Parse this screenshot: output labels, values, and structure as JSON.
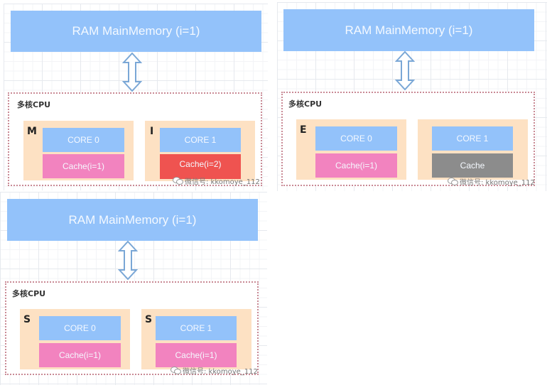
{
  "panels": [
    {
      "id": "M-I",
      "ram_label": "RAM MainMemory (i=1)",
      "cpu_label": "多核CPU",
      "cores": [
        {
          "state": "M",
          "core_label": "CORE 0",
          "cache_label": "Cache(i=1)",
          "cache_color": "#f283bf"
        },
        {
          "state": "I",
          "core_label": "CORE 1",
          "cache_label": "Cache(i=2)",
          "cache_color": "#ef5350"
        }
      ],
      "watermark": "微信号: kkomoye_112"
    },
    {
      "id": "E",
      "ram_label": "RAM MainMemory (i=1)",
      "cpu_label": "多核CPU",
      "cores": [
        {
          "state": "E",
          "core_label": "CORE 0",
          "cache_label": "Cache(i=1)",
          "cache_color": "#f283bf"
        },
        {
          "state": "",
          "core_label": "CORE 1",
          "cache_label": "Cache",
          "cache_color": "#8c8c8c"
        }
      ],
      "watermark": "微信号: kkomoye_112"
    },
    {
      "id": "S-S",
      "ram_label": "RAM MainMemory (i=1)",
      "cpu_label": "多核CPU",
      "cores": [
        {
          "state": "S",
          "core_label": "CORE 0",
          "cache_label": "Cache(i=1)",
          "cache_color": "#f283bf"
        },
        {
          "state": "S",
          "core_label": "CORE 1",
          "cache_label": "Cache(i=1)",
          "cache_color": "#f283bf"
        }
      ],
      "watermark": "微信号: kkomoye_112"
    }
  ],
  "colors": {
    "ram": "#93c2fa",
    "core": "#93c2fa",
    "core_group_bg": "#fde1c3",
    "cpu_border": "#c98a95",
    "cache_valid": "#f283bf",
    "cache_invalid": "#ef5350",
    "cache_empty": "#8c8c8c",
    "arrow_stroke": "#7aa7d6"
  }
}
